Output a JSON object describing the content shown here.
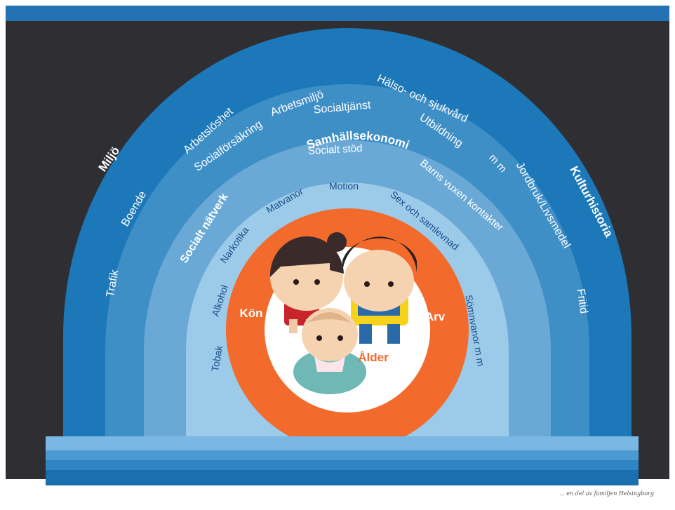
{
  "colors": {
    "background": "#2f2f33",
    "top_band": "#2472b4",
    "ring_outer": "#1c78b8",
    "ring_2": "#3f8fc7",
    "ring_3": "#6aa9d6",
    "ring_4": "#9ccae9",
    "core": "#f26a2c",
    "inner": "#ffffff",
    "label_white": "#ffffff",
    "label_dark": "#1b4f8a"
  },
  "rings": {
    "outer": {
      "top": "Samhällsekonomi",
      "left_bold": "Miljö",
      "right_bold": "Kulturhistoria",
      "left": [
        "Boende",
        "Trafik"
      ],
      "right": [
        "Jordbruk/Livsmedel",
        "Fritid"
      ]
    },
    "ring2": {
      "items": [
        "Arbetsmiljö",
        "Hälso- och sjukvård",
        "Arbetslöshet",
        "Socialförsäkring",
        "Socialtjänst",
        "Utbildning",
        "m m"
      ]
    },
    "ring3": {
      "top": "Socialt stöd",
      "left_bold": "Socialt nätverk",
      "right": "Barns vuxen kontakter"
    },
    "ring4": {
      "items": [
        "Tobak",
        "Alkohol",
        "Narkotika",
        "Matvanor",
        "Motion",
        "Sex och samlevnad",
        "Sömnvanor m m"
      ]
    },
    "core": {
      "left": "Kön",
      "right": "Arv",
      "bottom": "Ålder"
    }
  },
  "illustration": "children-icon",
  "footer": "... en del av familjen Helsingborg"
}
